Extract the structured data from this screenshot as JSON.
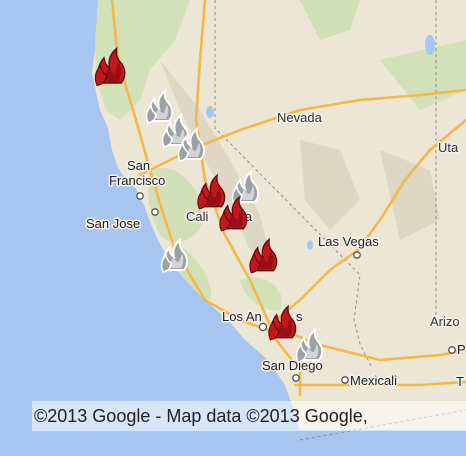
{
  "labels": {
    "nevada": "Nevada",
    "utah": "Uta",
    "san": "San",
    "francisco": "Francisco",
    "san_jose": "San Jose",
    "california": "Cali",
    "california_tail": "ia",
    "las_vegas": "Las Vegas",
    "los_angeles": "Los An",
    "los_angeles_tail": "s",
    "arizona": "Arizo",
    "phoenix": "P",
    "san_diego": "San Diego",
    "mexicali": "Mexicali",
    "t": "T"
  },
  "attribution": "©2013 Google - Map data ©2013 Google,",
  "colors": {
    "ocean": "#a6c5f0",
    "land": "#ece6d5",
    "fire_active": "#c4161c",
    "fire_contained": "#9da1a4"
  },
  "icons": {
    "active": "fire-active-icon",
    "contained": "fire-contained-icon"
  }
}
